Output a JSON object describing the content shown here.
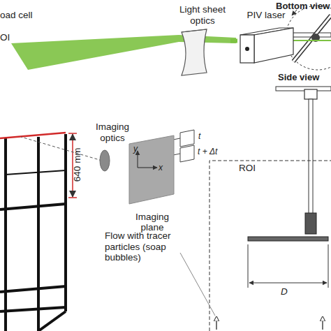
{
  "diagram": {
    "nodes": [
      {
        "text": [
          "Light sheet optics"
        ]
      },
      {
        "text": [
          "PIV laser"
        ]
      },
      {
        "text": [
          "Imaging optics"
        ]
      },
      {
        "text": [
          "Imaging plane"
        ]
      }
    ],
    "edges": [
      {
        "from": 1,
        "to": 0,
        "arrow": "none"
      }
    ],
    "labels": [
      "oad cell",
      "OI",
      "Bottom view",
      "Side view",
      "640 mm",
      "y",
      "x",
      "t",
      "t + Δt",
      "ROI",
      "Flow with tracer particles (soap bubbles)",
      "D"
    ]
  }
}
